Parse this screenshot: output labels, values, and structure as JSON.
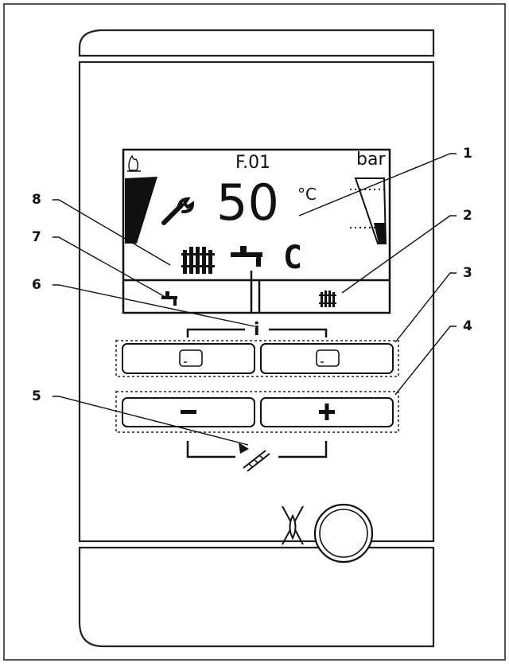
{
  "display": {
    "error_code": "F.01",
    "temperature": "50",
    "unit": "°C",
    "pressure_unit": "bar",
    "mode_letter": "C",
    "softkey_left": "hot-water-tap-icon",
    "softkey_right": "radiator-icon"
  },
  "info_label": "i",
  "buttons": {
    "minus": "−",
    "plus": "+"
  },
  "callouts": [
    "1",
    "2",
    "3",
    "4",
    "5",
    "6",
    "7",
    "8"
  ],
  "icons": [
    "flame-icon",
    "wrench-icon",
    "radiator-icon",
    "hot-water-tap-icon",
    "chimney-sweep-icon",
    "burner-icon",
    "power-button"
  ]
}
